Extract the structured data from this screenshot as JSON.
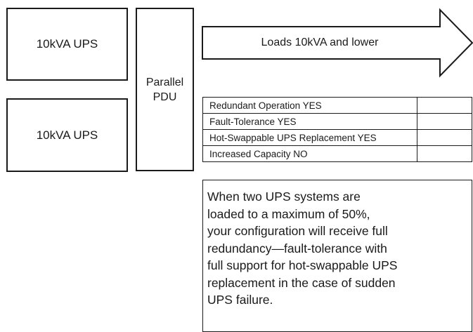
{
  "ups_units": [
    {
      "label": "10kVA UPS"
    },
    {
      "label": "10kVA UPS"
    }
  ],
  "pdu": {
    "line1": "Parallel",
    "line2": "PDU"
  },
  "arrow": {
    "label": "Loads 10kVA and lower"
  },
  "status_rows": [
    {
      "text": "Redundant Operation YES"
    },
    {
      "text": "Fault-Tolerance YES"
    },
    {
      "text": "Hot-Swappable UPS Replacement YES"
    },
    {
      "text": "Increased Capacity NO"
    }
  ],
  "note": {
    "lines": [
      "When two UPS systems are",
      "loaded to a maximum of 50%,",
      "your configuration will receive full",
      "redundancy—fault-tolerance with",
      "full support for hot-swappable UPS",
      "replacement in the case of sudden",
      "UPS failure."
    ]
  }
}
